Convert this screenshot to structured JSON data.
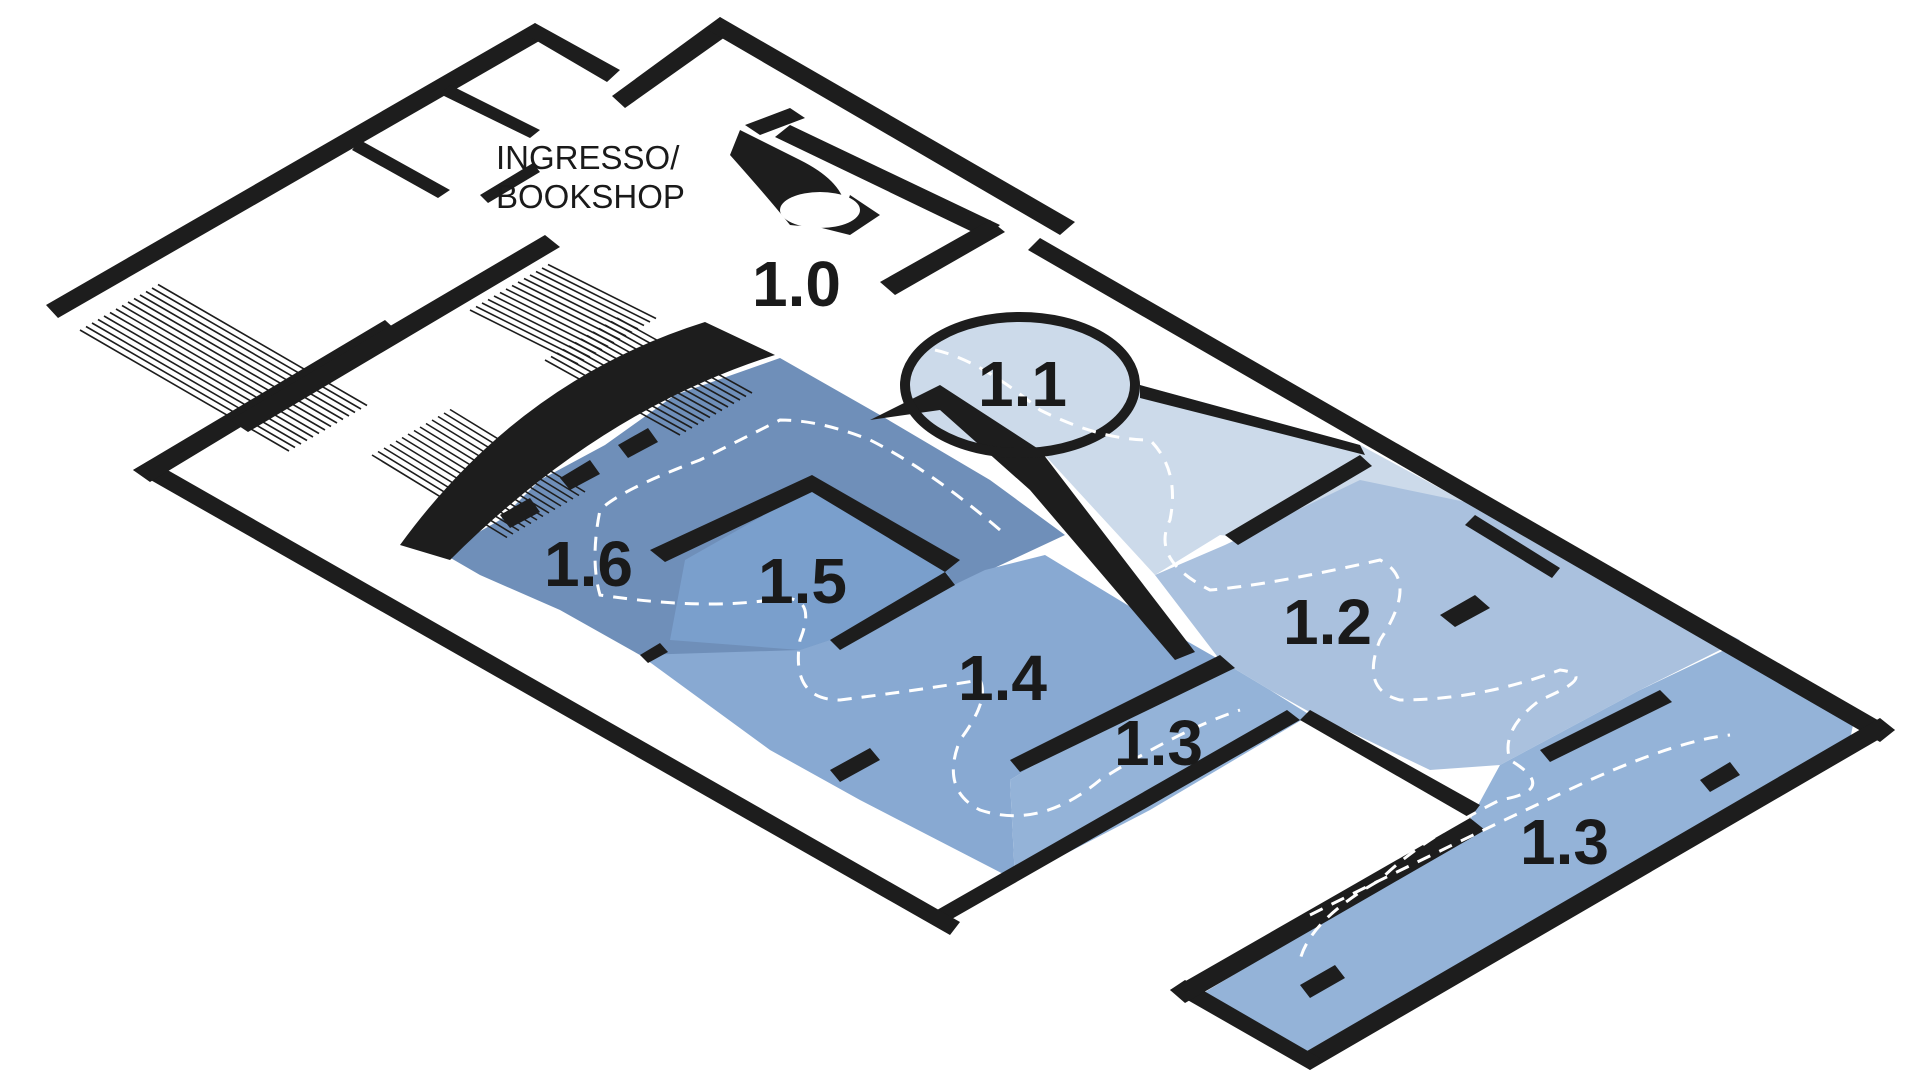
{
  "entrance": {
    "line1": "INGRESSO/",
    "line2": "BOOKSHOP"
  },
  "rooms": {
    "r10": {
      "label": "1.0",
      "color": "#ffffff"
    },
    "r11": {
      "label": "1.1",
      "color": "#ccdaea"
    },
    "r12": {
      "label": "1.2",
      "color": "#aac1de"
    },
    "r13a": {
      "label": "1.3",
      "color": "#94b3d8"
    },
    "r13b": {
      "label": "1.3",
      "color": "#94b3d8"
    },
    "r14": {
      "label": "1.4",
      "color": "#88a9d2"
    },
    "r15": {
      "label": "1.5",
      "color": "#7a9fcc"
    },
    "r16": {
      "label": "1.6",
      "color": "#6f8fb9"
    }
  },
  "colors": {
    "wall": "#1d1d1d",
    "route": "#ffffff"
  }
}
